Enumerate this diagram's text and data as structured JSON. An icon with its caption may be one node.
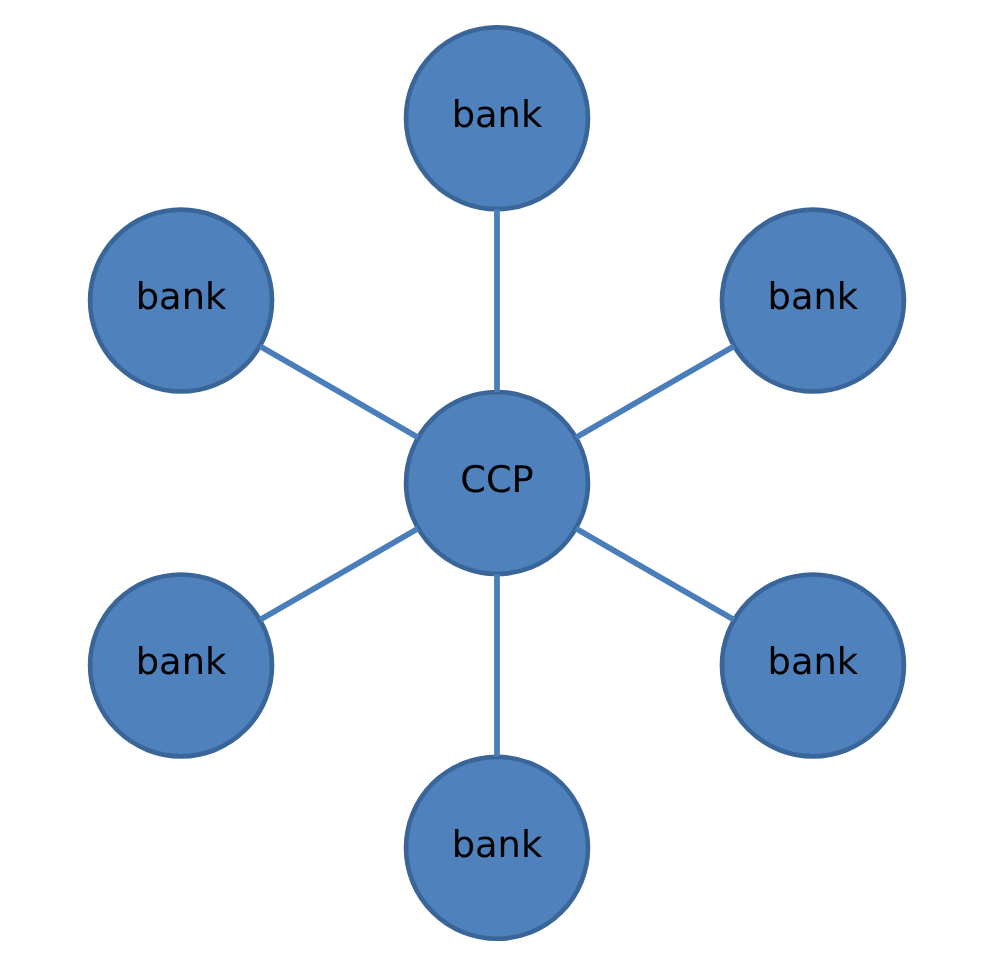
{
  "diagram": {
    "nodes": [
      {
        "text": [
          "bank"
        ]
      },
      {
        "text": [
          "bank"
        ]
      },
      {
        "text": [
          "bank"
        ]
      },
      {
        "text": [
          "CCP"
        ]
      },
      {
        "text": [
          "bank"
        ]
      },
      {
        "text": [
          "bank"
        ]
      },
      {
        "text": [
          "bank"
        ]
      }
    ],
    "edges": [
      {
        "from": 3,
        "to": 0,
        "arrow": "none"
      },
      {
        "from": 3,
        "to": 1,
        "arrow": "none"
      },
      {
        "from": 3,
        "to": 2,
        "arrow": "none"
      },
      {
        "from": 3,
        "to": 4,
        "arrow": "none"
      },
      {
        "from": 3,
        "to": 5,
        "arrow": "none"
      },
      {
        "from": 3,
        "to": 6,
        "arrow": "none"
      }
    ]
  }
}
